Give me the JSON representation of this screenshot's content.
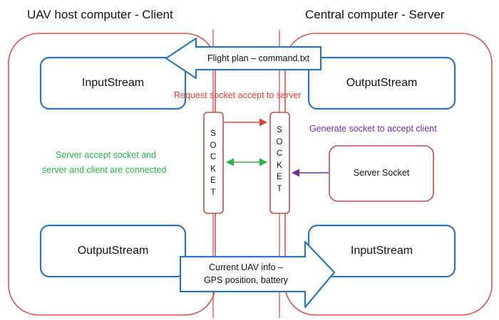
{
  "client": {
    "title": "UAV host computer - Client",
    "input_stream": "InputStream",
    "output_stream": "OutputStream"
  },
  "server": {
    "title": "Central computer - Server",
    "output_stream": "OutputStream",
    "input_stream": "InputStream",
    "server_socket": "Server Socket"
  },
  "sockets": {
    "left": [
      "S",
      "O",
      "C",
      "K",
      "E",
      "T"
    ],
    "right": [
      "S",
      "O",
      "C",
      "K",
      "E",
      "T"
    ]
  },
  "messages": {
    "flight_plan": "Flight plan – command.txt",
    "request": "Request socket accept to server",
    "generate": "Generate socket to accept client",
    "accept_line1": "Server accept socket and",
    "accept_line2": "server and client are connected",
    "uav_info_line1": "Current UAV info –",
    "uav_info_line2": "GPS position, battery"
  },
  "colors": {
    "container": "#d9534f",
    "stream_box": "#2e75b6",
    "socket": "#c0504d",
    "request": "#e8403c",
    "accept": "#2ab24a",
    "generate": "#7030a0"
  }
}
